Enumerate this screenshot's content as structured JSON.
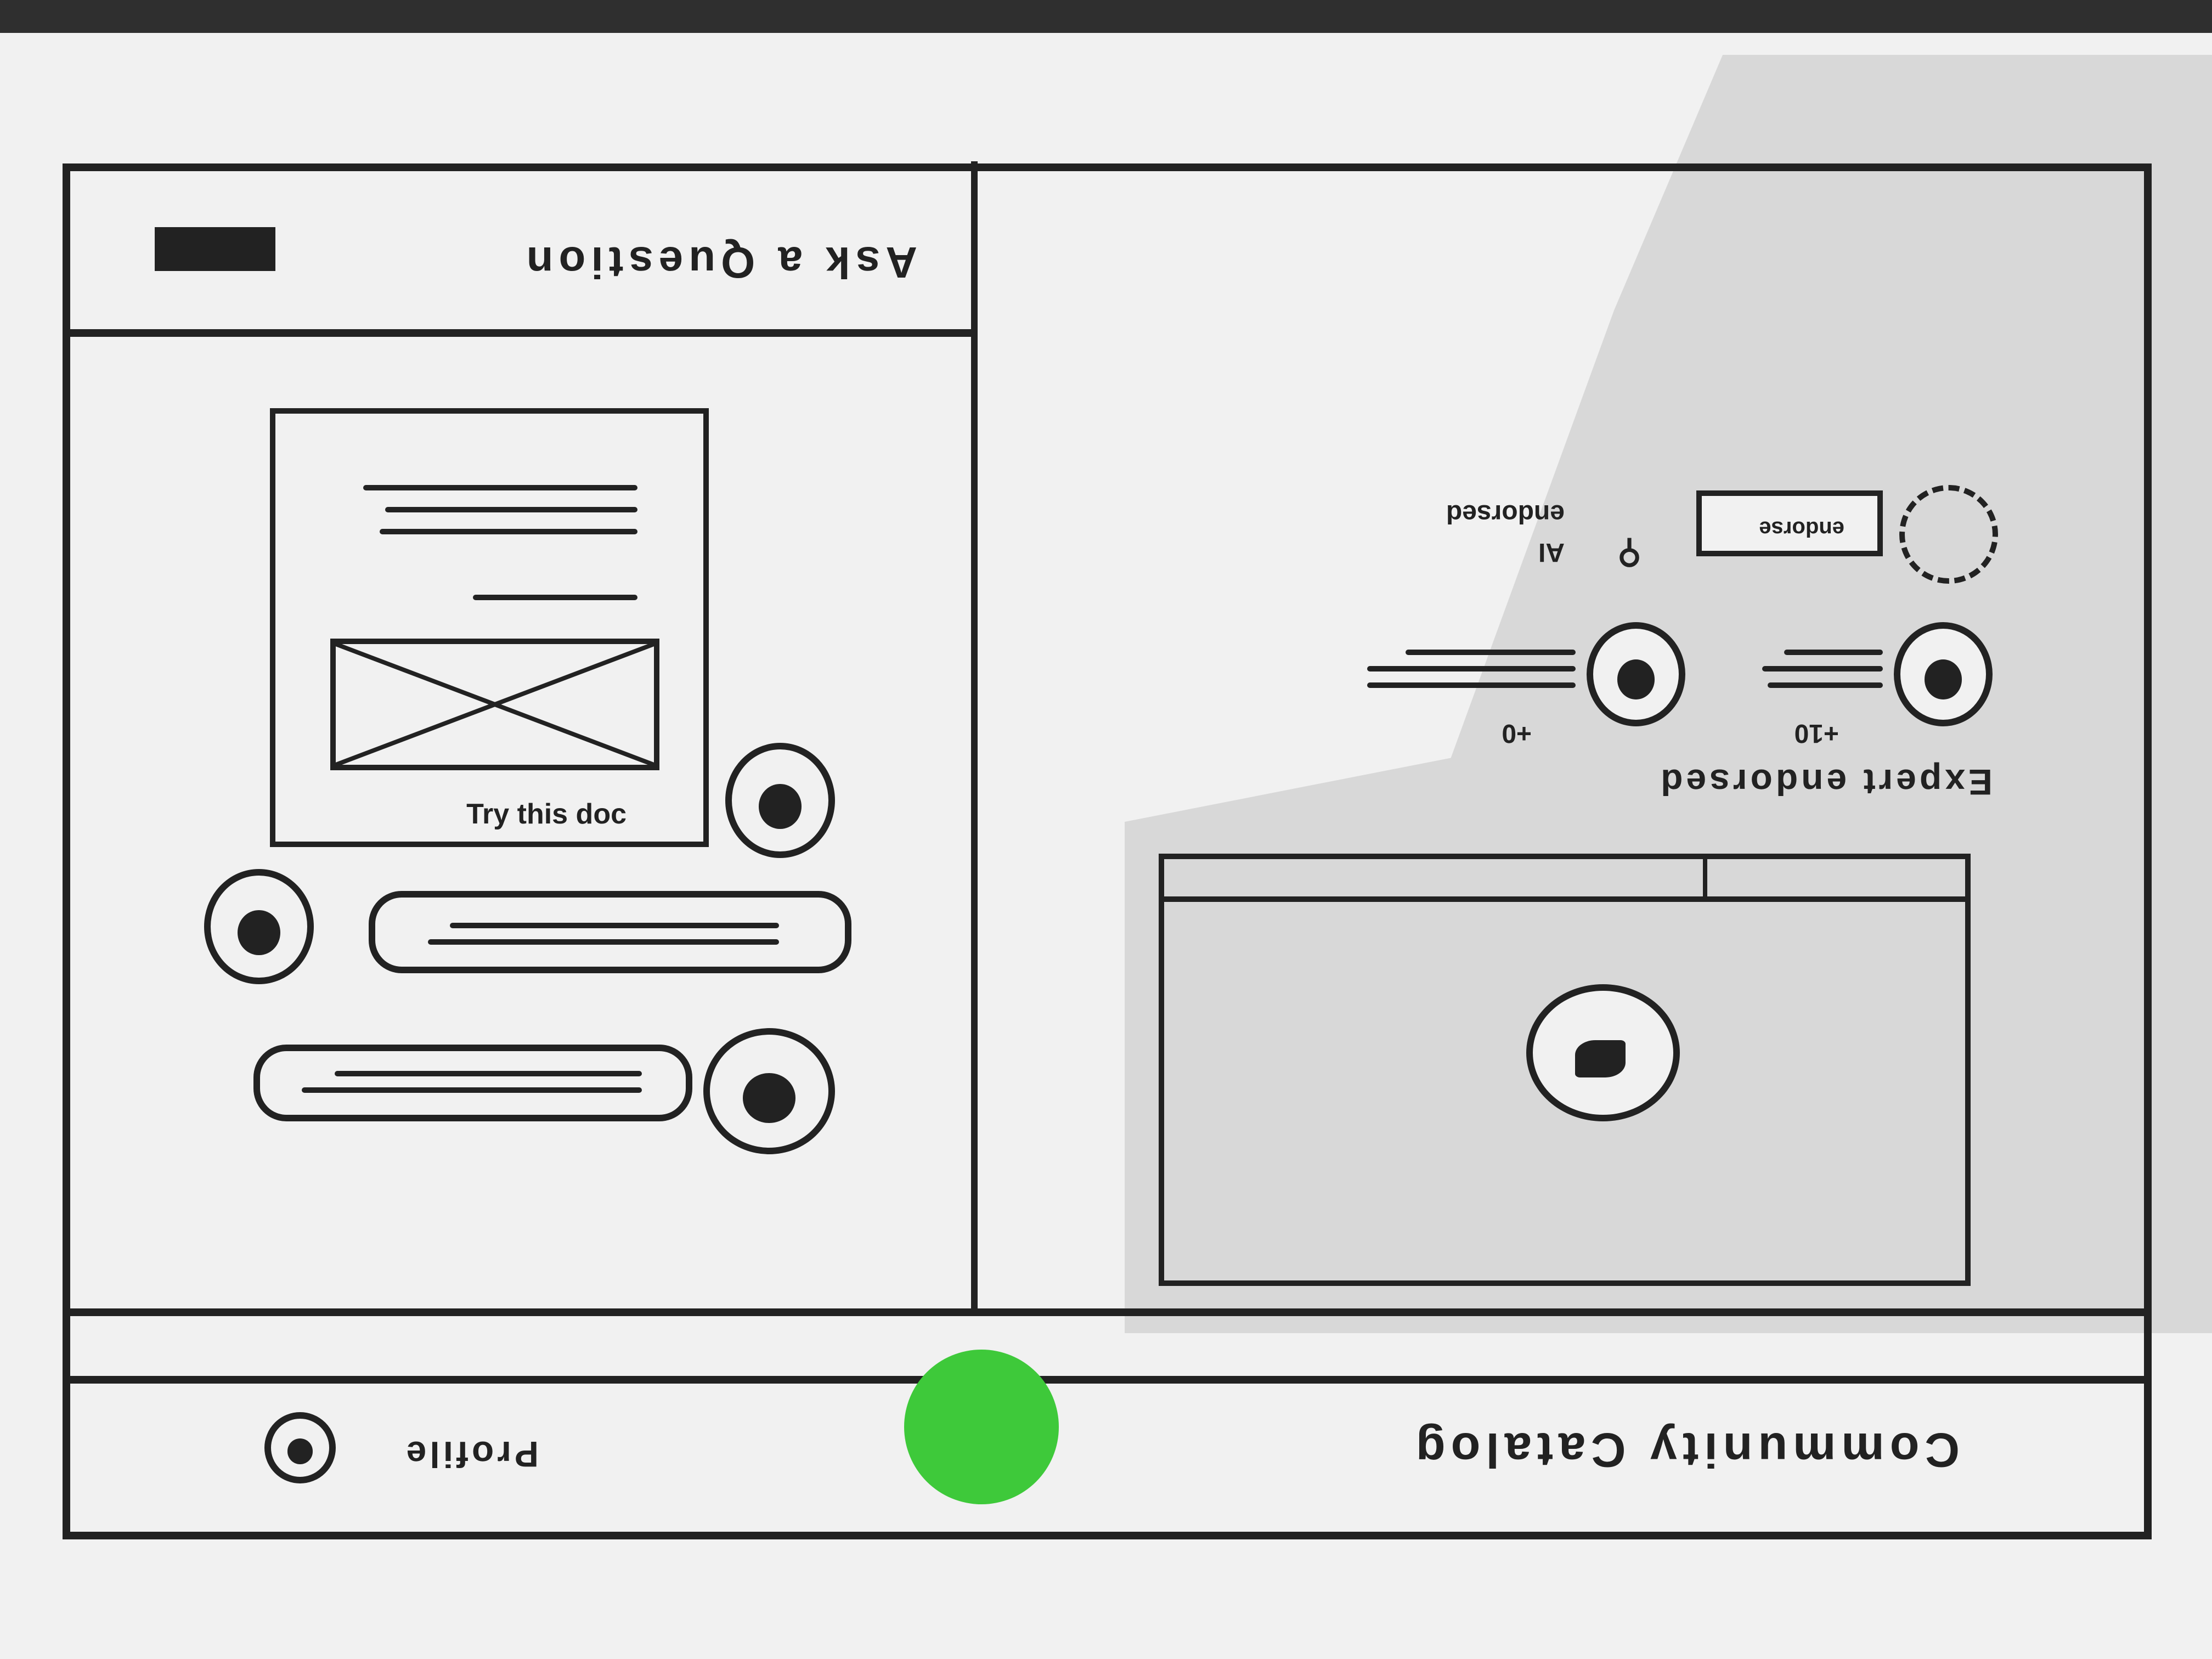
{
  "nav": {
    "title": "Community Catalog",
    "profile_label": "Profile"
  },
  "ask_panel": {
    "title": "Ask a Question"
  },
  "chat": {
    "doc_card_caption": "Try this doc"
  },
  "expert_section": {
    "heading": "Expert endorsed",
    "experts": [
      {
        "score": "+10"
      },
      {
        "score": "+0"
      }
    ],
    "endorse_button": "endorse",
    "ai_label": "AI",
    "endorsed_label": "endorsed"
  },
  "colors": {
    "ink": "#222222",
    "paper": "#f1f1f1",
    "marker_dot": "#3ec93a"
  }
}
